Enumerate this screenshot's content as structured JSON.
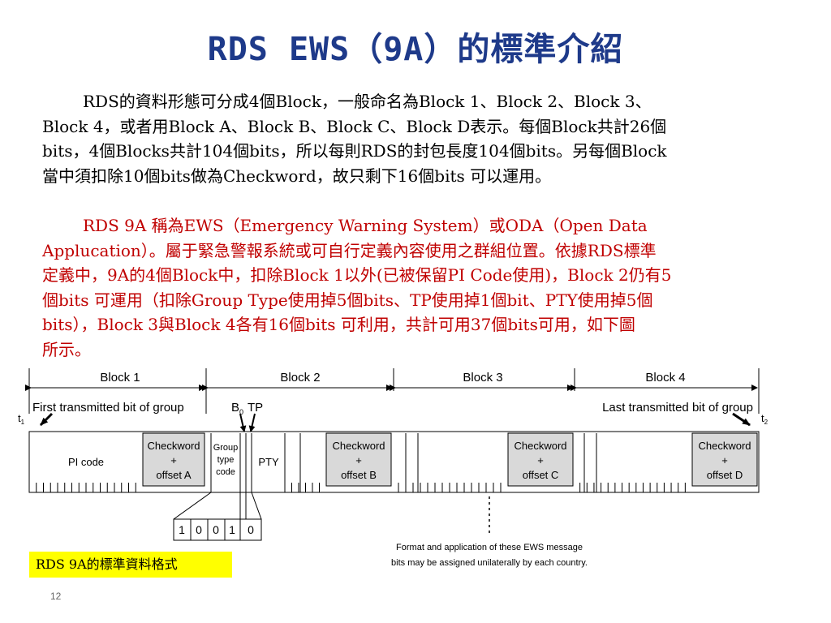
{
  "title": "RDS EWS（9A）的標準介紹",
  "paragraph1": {
    "lines": [
      "RDS的資料形態可分成4個Block，一般命名為Block 1、Block 2、Block 3、",
      "Block 4，或者用Block A、Block B、Block C、Block D表示。每個Block共計26個",
      "bits，4個Blocks共計104個bits，所以每則RDS的封包長度104個bits。另每個Block",
      "當中須扣除10個bits做為Checkword，故只剩下16個bits 可以運用。"
    ]
  },
  "paragraph2": {
    "lines": [
      "RDS 9A 稱為EWS（Emergency Warning System）或ODA（Open Data",
      "Applucation）。屬于緊急警報系統或可自行定義內容使用之群組位置。依據RDS標準",
      "定義中，9A的4個Block中，扣除Block 1以外(已被保留PI Code使用)，Block 2仍有5",
      "個bits 可運用（扣除Group Type使用掉5個bits、TP使用掉1個bit、PTY使用掉5個",
      "bits），Block 3與Block 4各有16個bits 可利用，共計可用37個bits可用，如下圖",
      "所示。"
    ]
  },
  "diagram": {
    "block_labels": [
      "Block 1",
      "Block 2",
      "Block 3",
      "Block 4"
    ],
    "first_bit_label": "First transmitted bit of group",
    "last_bit_label": "Last transmitted bit of group",
    "t1": "t",
    "t1_sub": "1",
    "t2": "t",
    "t2_sub": "2",
    "b0": "B",
    "b0_sub": "0",
    "tp": "TP",
    "pi_code": "PI code",
    "checkword_lines": [
      "Checkword",
      "+"
    ],
    "offsets": [
      "offset A",
      "offset B",
      "offset C",
      "offset D"
    ],
    "group_type_lines": [
      "Group",
      "type",
      "code"
    ],
    "pty": "PTY",
    "bits": [
      "1",
      "0",
      "0",
      "1",
      "0"
    ],
    "note_lines": [
      "Format and application of these EWS message",
      "bits may be assigned unilaterally by each country."
    ]
  },
  "caption": "RDS 9A的標準資料格式",
  "page_number": "12"
}
